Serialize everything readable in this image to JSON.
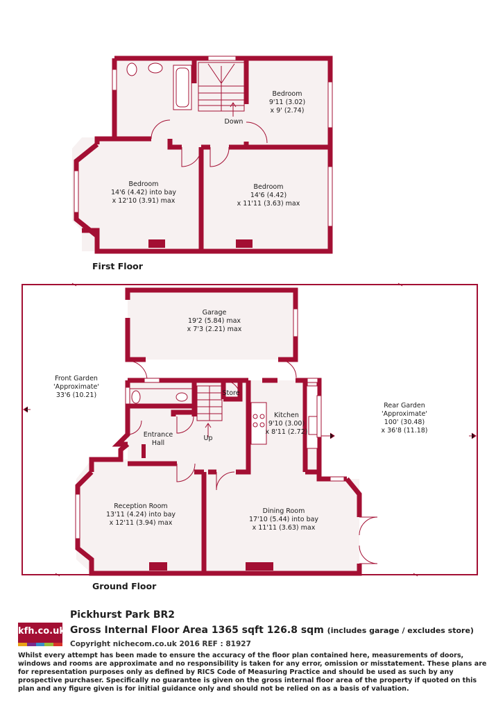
{
  "floors": {
    "first": "First Floor",
    "ground": "Ground Floor"
  },
  "rooms": {
    "bedroom_top_right": [
      "Bedroom",
      "9'11 (3.02)",
      "x 9' (2.74)"
    ],
    "down": "Down",
    "bedroom_left": [
      "Bedroom",
      "14'6 (4.42) into bay",
      "x 12'10 (3.91) max"
    ],
    "bedroom_right": [
      "Bedroom",
      "14'6 (4.42)",
      "x 11'11 (3.63) max"
    ],
    "garage": [
      "Garage",
      "19'2 (5.84) max",
      "x 7'3 (2.21) max"
    ],
    "front_garden": [
      "Front Garden",
      "'Approximate'",
      "33'6 (10.21)"
    ],
    "store": "Store",
    "kitchen": [
      "Kitchen",
      "9'10 (3.00)",
      "x 8'11 (2.72)"
    ],
    "rear_garden": [
      "Rear Garden",
      "'Approximate'",
      "100' (30.48)",
      "x 36'8 (11.18)"
    ],
    "entrance_hall": [
      "Entrance",
      "Hall"
    ],
    "up": "Up",
    "reception": [
      "Reception Room",
      "13'11 (4.24) into bay",
      "x 12'11 (3.94) max"
    ],
    "dining": [
      "Dining Room",
      "17'10 (5.44) into bay",
      "x 11'11 (3.63) max"
    ]
  },
  "footer": {
    "logo": "kfh.co.uk",
    "address": "Pickhurst Park BR2",
    "area": "Gross Internal Floor Area 1365 sqft 126.8 sqm",
    "area_note": "(includes garage / excludes store)",
    "copyright": "Copyright nichecom.co.uk 2016 REF : 81927",
    "disclaimer": "Whilst every attempt has been made to ensure the accuracy of the floor plan contained here, measurements of doors, windows and rooms are approximate and no responsibility is taken for any error, omission or misstatement. These plans are for representation purposes only as defined by RICS Code of Measuring Practice and should be used as such by any prospective purchaser. Specifically no guarantee is given on the gross internal floor area of the property if quoted on this plan and any figure given is for initial guidance only and should not be relied on as a basis of valuation."
  },
  "colors": {
    "wall": "#a30f33",
    "floor": "#f7f1f1",
    "logo_stripes": [
      "#e8a317",
      "#7a2b8c",
      "#3a8fc7",
      "#9bbb3c",
      "#d9342b"
    ]
  }
}
